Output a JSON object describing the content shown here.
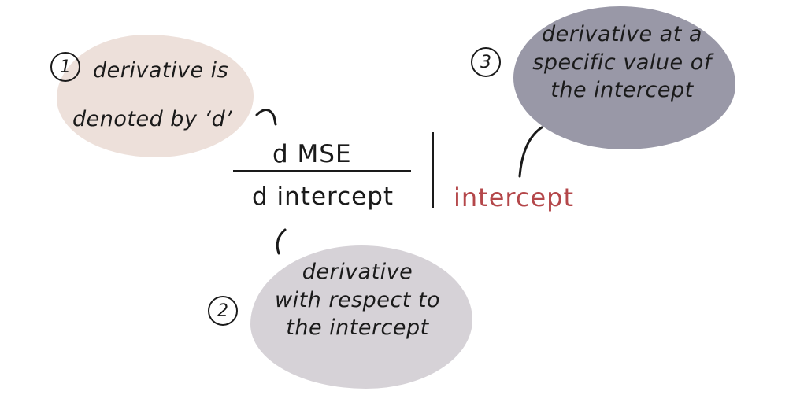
{
  "colors": {
    "note_1_fill": "#ede0da",
    "note_2_fill": "#d6d2d7",
    "note_3_fill": "#9998a7",
    "eval_label": "#b4474a",
    "ink": "#1a1a1a"
  },
  "formula": {
    "numerator": "d MSE",
    "denominator": "d intercept",
    "evaluated_at": "intercept"
  },
  "notes": [
    {
      "number": "1",
      "lines": [
        "derivative is",
        "denoted by ‘d’"
      ]
    },
    {
      "number": "2",
      "lines": [
        "derivative",
        "with respect to",
        "the intercept"
      ]
    },
    {
      "number": "3",
      "lines": [
        "derivative at a",
        "specific value of",
        "the intercept"
      ]
    }
  ]
}
